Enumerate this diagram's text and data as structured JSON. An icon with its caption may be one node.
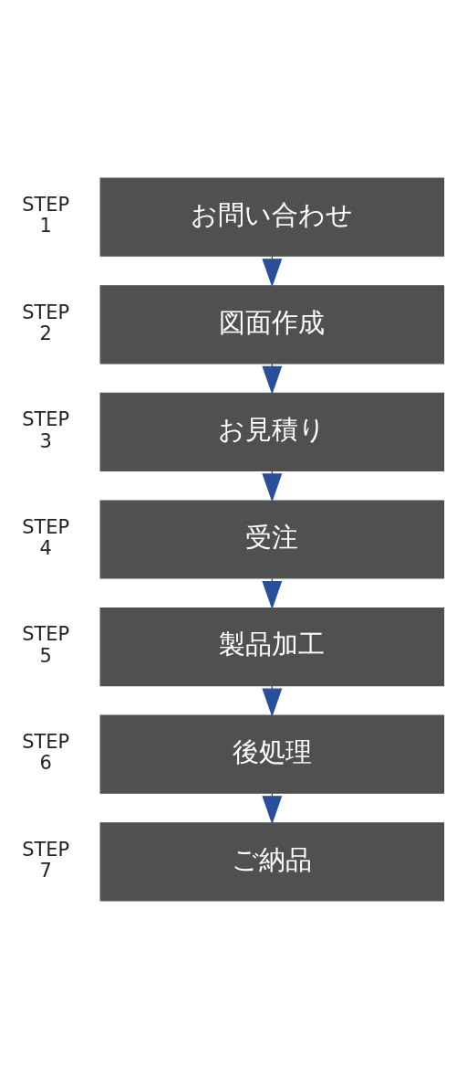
{
  "diagram": {
    "nodes": [
      {
        "text": [
          "お問い合わせ"
        ],
        "beside": [
          "STEP 1"
        ]
      },
      {
        "text": [
          "図面作成"
        ],
        "beside": [
          "STEP 2"
        ]
      },
      {
        "text": [
          "お見積り"
        ],
        "beside": [
          "STEP 3"
        ]
      },
      {
        "text": [
          "受注"
        ],
        "beside": [
          "STEP 4"
        ]
      },
      {
        "text": [
          "製品加工"
        ],
        "beside": [
          "STEP 5"
        ]
      },
      {
        "text": [
          "後処理"
        ],
        "beside": [
          "STEP 6"
        ]
      },
      {
        "text": [
          "ご納品"
        ],
        "beside": [
          "STEP 7"
        ]
      }
    ],
    "edges": [
      {
        "from": 0,
        "to": 1,
        "arrow": "to"
      },
      {
        "from": 1,
        "to": 2,
        "arrow": "to"
      },
      {
        "from": 2,
        "to": 3,
        "arrow": "to"
      },
      {
        "from": 3,
        "to": 4,
        "arrow": "to"
      },
      {
        "from": 4,
        "to": 5,
        "arrow": "to"
      },
      {
        "from": 5,
        "to": 6,
        "arrow": "to"
      }
    ]
  }
}
